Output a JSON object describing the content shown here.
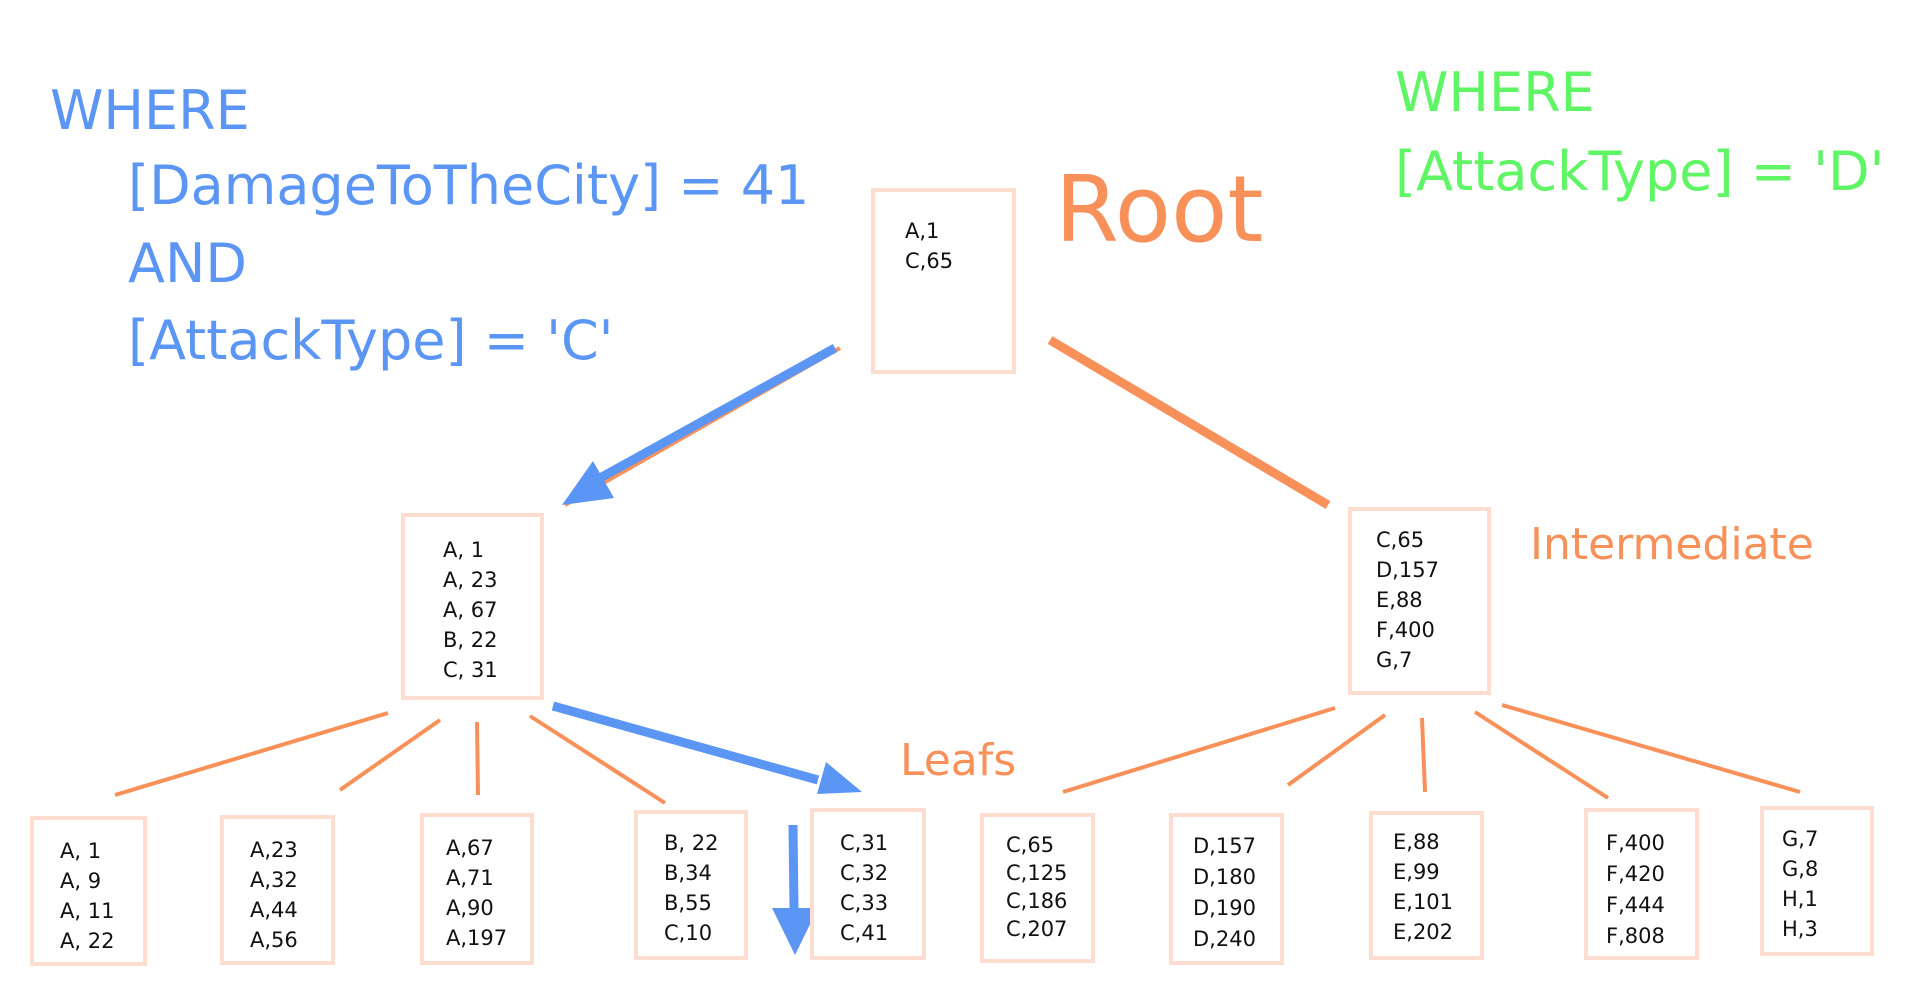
{
  "query_left": {
    "line1": "WHERE",
    "line2": "[DamageToTheCity] =  41",
    "line3": "AND",
    "line4": "[AttackType] = 'C'"
  },
  "query_right": {
    "line1": "WHERE",
    "line2": "[AttackType] = 'D'"
  },
  "labels": {
    "root": "Root",
    "intermediate": "Intermediate",
    "leafs": "Leafs"
  },
  "colors": {
    "blue": "#5b96f5",
    "green": "#5ff565",
    "orange": "#f89159",
    "node_border": "#fcddcf"
  },
  "root_node": {
    "entries": [
      "A,1",
      "C,65"
    ]
  },
  "intermediate_nodes": [
    {
      "entries": [
        "A, 1",
        "A, 23",
        "A, 67",
        "B, 22",
        "C, 31"
      ]
    },
    {
      "entries": [
        "C,65",
        "D,157",
        "E,88",
        "F,400",
        "G,7"
      ]
    }
  ],
  "leaf_nodes": [
    {
      "entries": [
        "A, 1",
        "A, 9",
        "A, 11",
        "A, 22"
      ]
    },
    {
      "entries": [
        "A,23",
        "A,32",
        "A,44",
        "A,56"
      ]
    },
    {
      "entries": [
        "A,67",
        "A,71",
        "A,90",
        "A,197"
      ]
    },
    {
      "entries": [
        "B, 22",
        "B,34",
        "B,55",
        "C,10"
      ]
    },
    {
      "entries": [
        "C,31",
        "C,32",
        "C,33",
        "C,41"
      ]
    },
    {
      "entries": [
        "C,65",
        "C,125",
        "C,186",
        "C,207"
      ]
    },
    {
      "entries": [
        "D,157",
        "D,180",
        "D,190",
        "D,240"
      ]
    },
    {
      "entries": [
        "E,88",
        "E,99",
        "E,101",
        "E,202"
      ]
    },
    {
      "entries": [
        "F,400",
        "F,420",
        "F,444",
        "F,808"
      ]
    },
    {
      "entries": [
        "G,7",
        "G,8",
        "H,1",
        "H,3"
      ]
    }
  ]
}
